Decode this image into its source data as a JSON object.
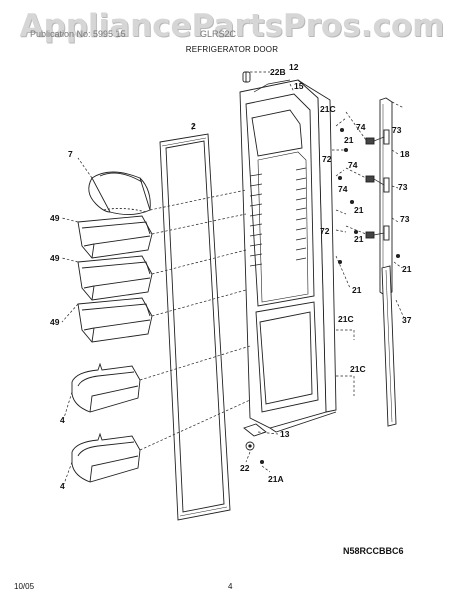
{
  "watermark": "AppliancePartsPros.com",
  "header": {
    "publication": "Publication No: 5995 15",
    "model": "GLRS2C"
  },
  "title": "REFRIGERATOR DOOR",
  "labels": {
    "p22b": "22B",
    "p12": "12",
    "p15": "15",
    "p2": "2",
    "p7": "7",
    "p49a": "49",
    "p49b": "49",
    "p49c": "49",
    "p4a": "4",
    "p4b": "4",
    "p21c_a": "21C",
    "p21c_b": "21C",
    "p21c_c": "21C",
    "p74a": "74",
    "p74b": "74",
    "p74c": "74",
    "p73a": "73",
    "p73b": "73",
    "p73c": "73",
    "p18": "18",
    "p21a": "21",
    "p21b": "21",
    "p21c": "21",
    "p21d": "21",
    "p21e": "21",
    "p72a": "72",
    "p72b": "72",
    "p37": "37",
    "p13": "13",
    "p22": "22",
    "p21A": "21A"
  },
  "model_code": "N58RCCBBC6",
  "footer": {
    "date": "10/05",
    "page": "4"
  }
}
